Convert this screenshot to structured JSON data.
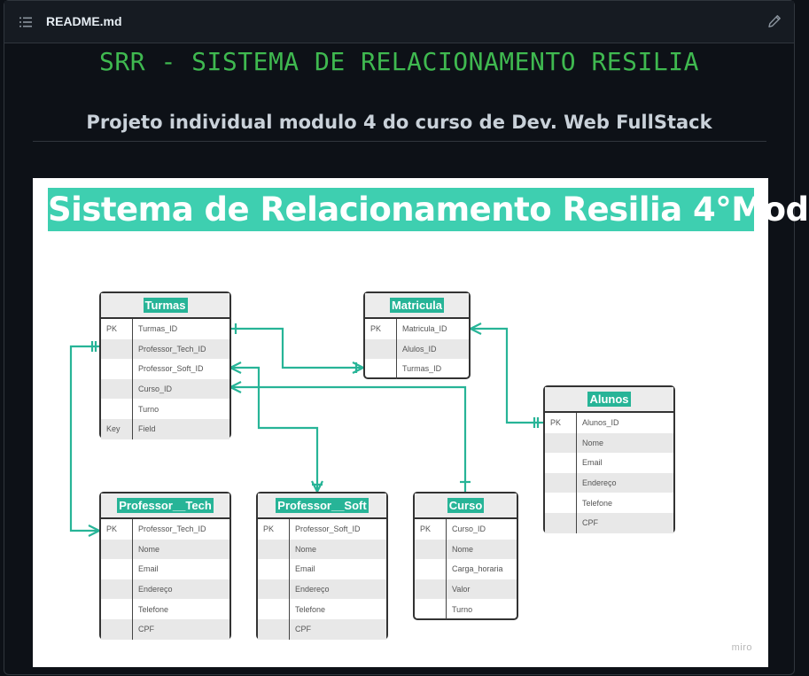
{
  "header": {
    "filename": "README.md"
  },
  "readme": {
    "h1": "SRR - SISTEMA DE RELACIONAMENTO RESILIA",
    "h2": "Projeto individual modulo 4 do curso de Dev. Web FullStack"
  },
  "diagram": {
    "banner": "Sistema de Relacionamento Resilia 4°Mod",
    "watermark": "miro",
    "tables": {
      "turmas": {
        "title": "Turmas",
        "rows": [
          [
            "PK",
            "Turmas_ID"
          ],
          [
            "",
            "Professor_Tech_ID"
          ],
          [
            "",
            "Professor_Soft_ID"
          ],
          [
            "",
            "Curso_ID"
          ],
          [
            "",
            "Turno"
          ],
          [
            "Key",
            "Field"
          ]
        ]
      },
      "matricula": {
        "title": "Matricula",
        "rows": [
          [
            "PK",
            "Matricula_ID"
          ],
          [
            "",
            "Alulos_ID"
          ],
          [
            "",
            "Turmas_ID"
          ]
        ]
      },
      "alunos": {
        "title": "Alunos",
        "rows": [
          [
            "PK",
            "Alunos_ID"
          ],
          [
            "",
            "Nome"
          ],
          [
            "",
            "Email"
          ],
          [
            "",
            "Endereço"
          ],
          [
            "",
            "Telefone"
          ],
          [
            "",
            "CPF"
          ]
        ]
      },
      "prof_tech": {
        "title": "Professor__Tech",
        "rows": [
          [
            "PK",
            "Professor_Tech_ID"
          ],
          [
            "",
            "Nome"
          ],
          [
            "",
            "Email"
          ],
          [
            "",
            "Endereço"
          ],
          [
            "",
            "Telefone"
          ],
          [
            "",
            "CPF"
          ]
        ]
      },
      "prof_soft": {
        "title": "Professor__Soft",
        "rows": [
          [
            "PK",
            "Professor_Soft_ID"
          ],
          [
            "",
            "Nome"
          ],
          [
            "",
            "Email"
          ],
          [
            "",
            "Endereço"
          ],
          [
            "",
            "Telefone"
          ],
          [
            "",
            "CPF"
          ]
        ]
      },
      "curso": {
        "title": "Curso",
        "rows": [
          [
            "PK",
            "Curso_ID"
          ],
          [
            "",
            "Nome"
          ],
          [
            "",
            "Carga_horaria"
          ],
          [
            "",
            "Valor"
          ],
          [
            "",
            "Turno"
          ]
        ]
      }
    }
  },
  "colors": {
    "accent_green": "#3fb950",
    "banner": "#3ecfb0",
    "connector": "#27b497"
  }
}
